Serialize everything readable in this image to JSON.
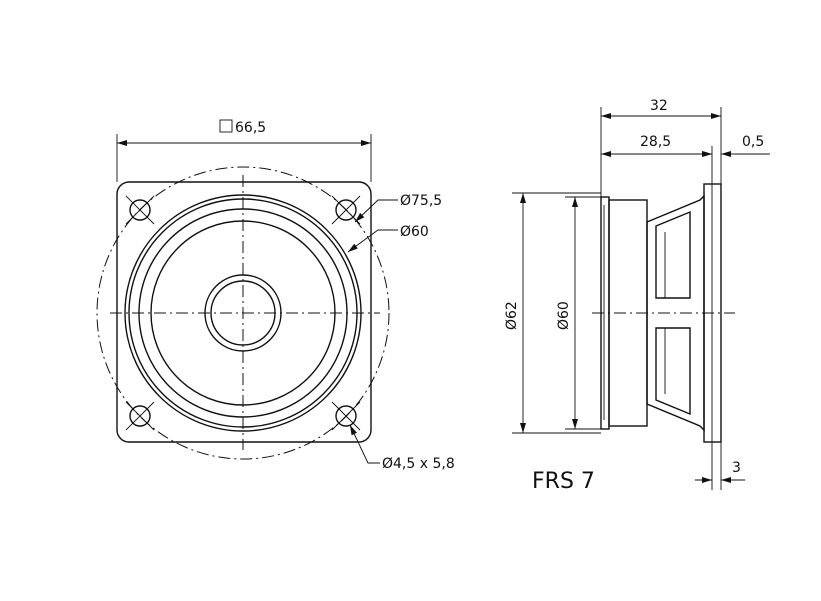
{
  "front_view": {
    "square_dim": "66,5",
    "circle_outer_dim": "Ø75,5",
    "circle_inner_dim": "Ø60",
    "holes_dim": "Ø4,5 x 5,8"
  },
  "side_view": {
    "total_depth": "32",
    "body_depth": "28,5",
    "flange": "0,5",
    "height_outer": "Ø62",
    "height_inner": "Ø60",
    "flange_thickness": "3"
  },
  "model": "FRS 7"
}
